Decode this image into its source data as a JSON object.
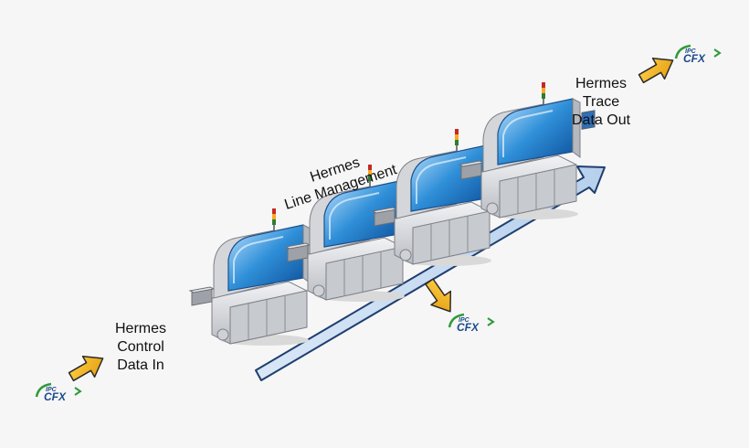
{
  "labels": {
    "control_in": [
      "Hermes",
      "Control",
      "Data In"
    ],
    "line_management": [
      "Hermes",
      "Line Management"
    ],
    "trace_out": [
      "Hermes",
      "Trace",
      "Data Out"
    ]
  },
  "logo": {
    "small": "IPC",
    "big": "CFX"
  },
  "colors": {
    "flow_arrow_fill": "#cfe0f3",
    "flow_arrow_stroke": "#1f3f6e",
    "data_arrow_fill": "#f3b21c",
    "data_arrow_stroke": "#2b2b2b",
    "machine_window": "#2f8fd8",
    "logo_blue": "#1b4a8c",
    "logo_green": "#2e9a3a"
  },
  "machines": [
    {
      "id": "machine-1"
    },
    {
      "id": "machine-2"
    },
    {
      "id": "machine-3"
    },
    {
      "id": "machine-4"
    }
  ]
}
